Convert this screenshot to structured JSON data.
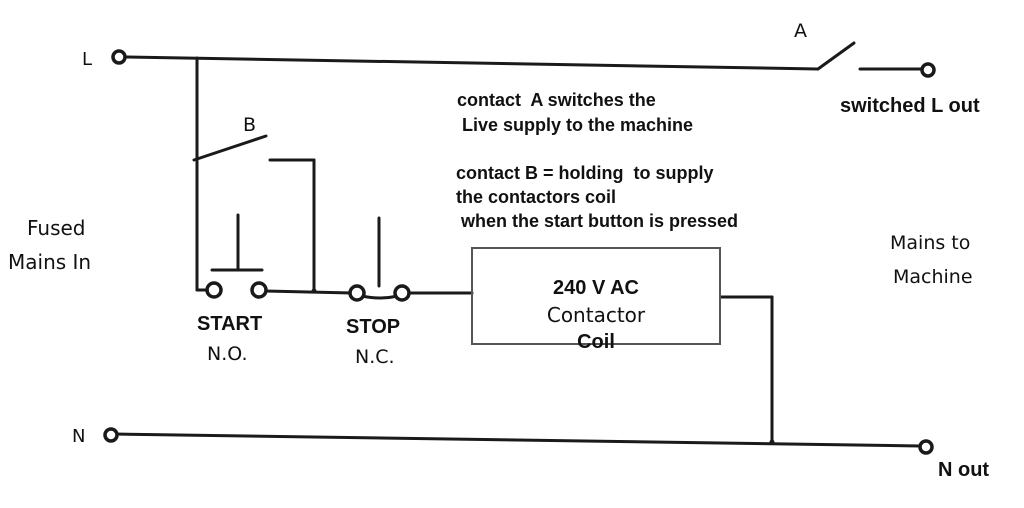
{
  "terminals": {
    "live_in": "L",
    "neutral_in": "N",
    "switched_out": "switched L out",
    "neutral_out": "N out"
  },
  "labels": {
    "fused_mains_line1": "Fused",
    "fused_mains_line2": "Mains In",
    "mains_to_machine_line1": "Mains to",
    "mains_to_machine_line2": "Machine",
    "contact_a": "A",
    "contact_b": "B"
  },
  "buttons": {
    "start": "START",
    "start_type": "N.O.",
    "stop": "STOP",
    "stop_type": "N.C."
  },
  "coil": {
    "line1": "240 V AC",
    "line2": "Contactor",
    "line3": "Coil"
  },
  "notes": {
    "a_line1": "contact  A switches the",
    "a_line2": " Live supply to the machine",
    "b_line1": "contact B = holding  to supply",
    "b_line2": "the contactors coil",
    "b_line3": " when the start button is pressed"
  },
  "colors": {
    "ink": "#1a1a1a",
    "background": "#ffffff",
    "coil_border": "#555555"
  }
}
